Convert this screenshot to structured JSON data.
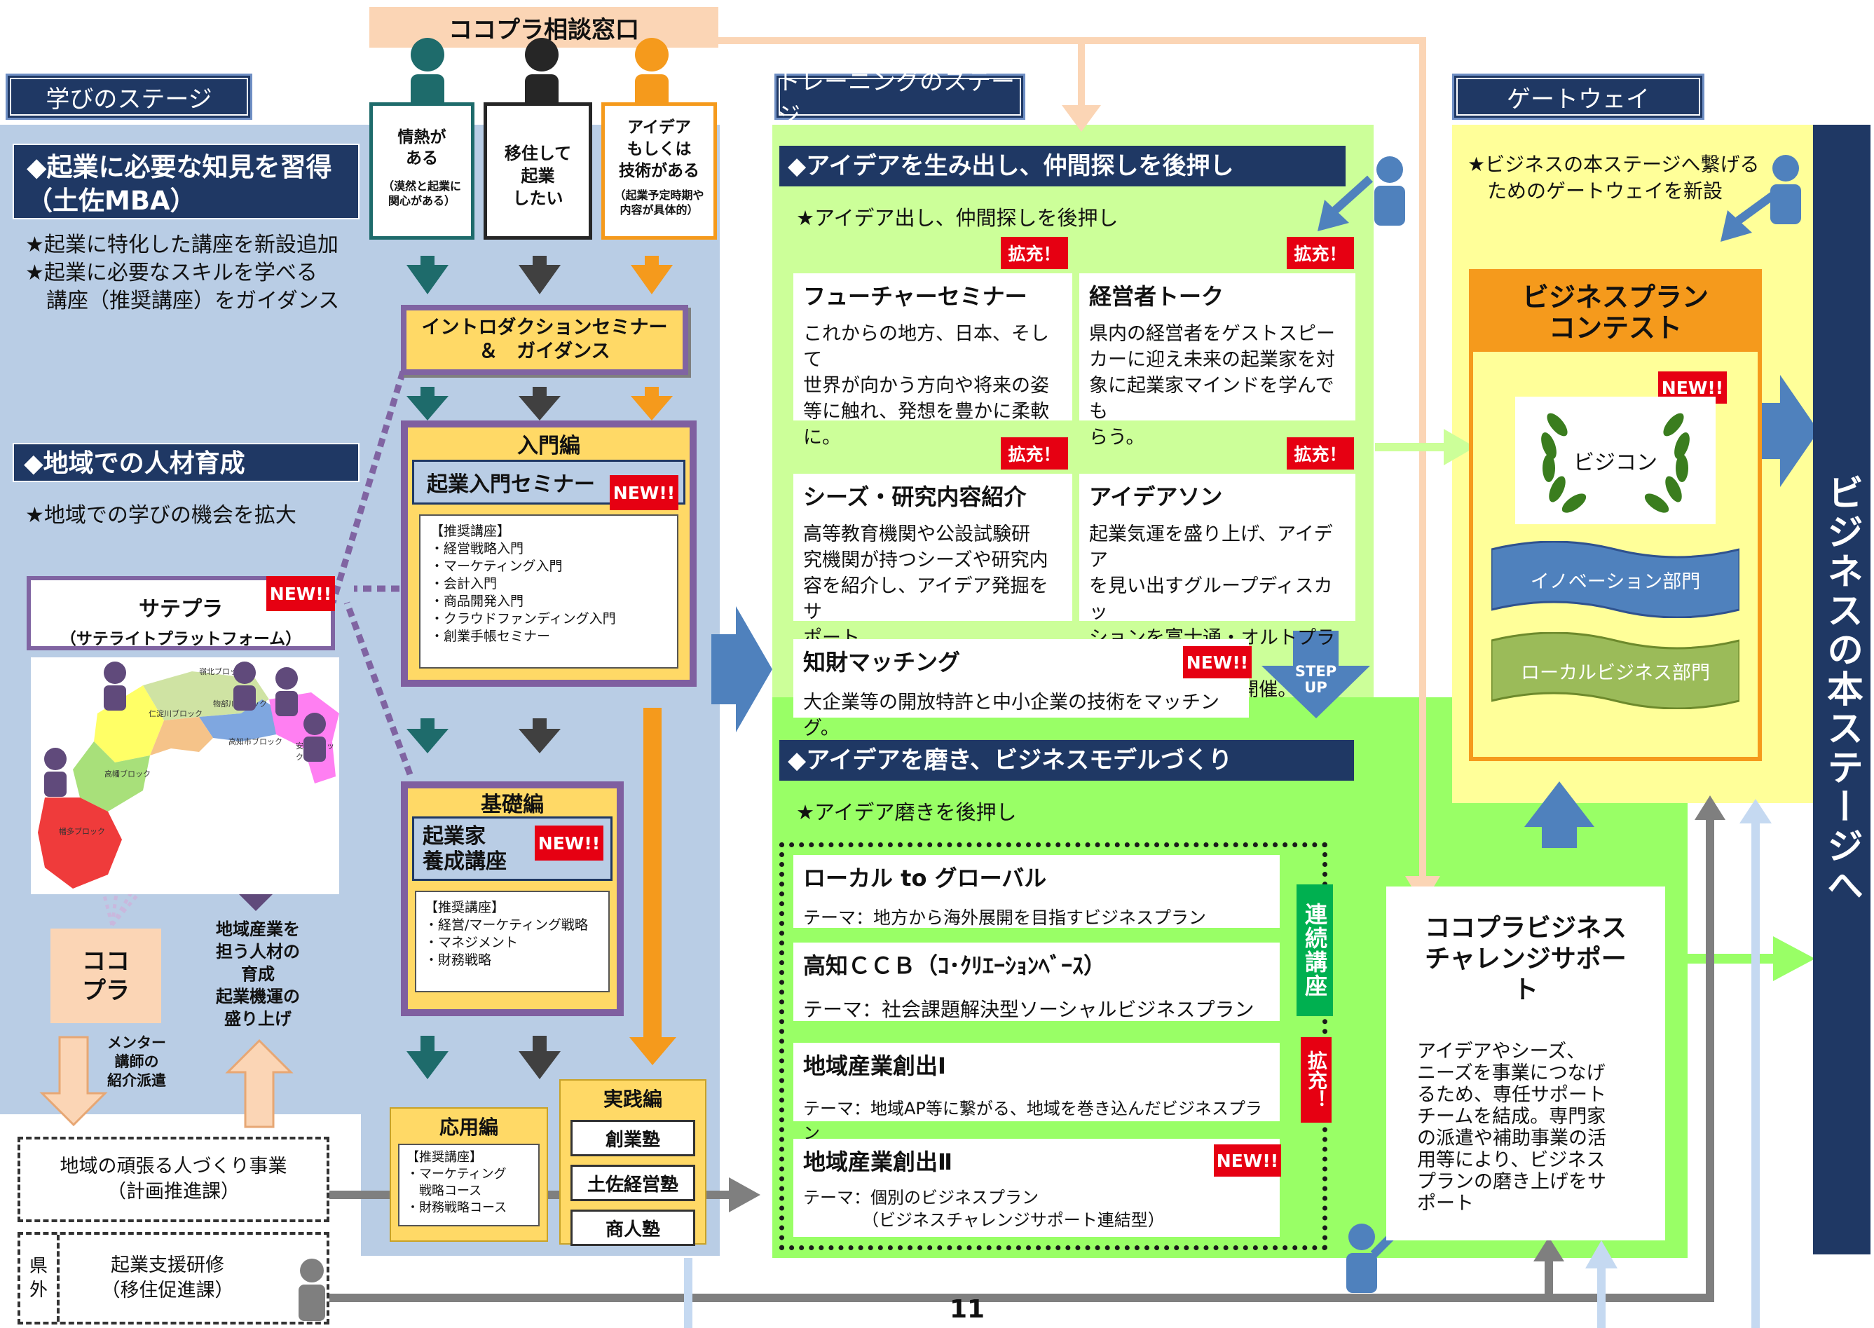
{
  "consult": {
    "title": "ココプラ相談窓口",
    "persons": [
      {
        "label": "情熱が\nある",
        "sub": "（漠然と起業に\n関心がある）"
      },
      {
        "label": "移住して\n起業\nしたい",
        "sub": ""
      },
      {
        "label": "アイデア\nもしくは\n技術がある",
        "sub": "（起業予定時期や\n内容が具体的）"
      }
    ]
  },
  "learn_stage": {
    "tab": "学びのステージ",
    "mba_title": "◆起業に必要な知見を習得\n（土佐MBA）",
    "mba_text": "★起業に特化した講座を新設追加\n★起業に必要なスキルを学べる\n　講座（推奨講座）をガイダンス",
    "region_title": "◆地域での人材育成",
    "region_text": "★地域での学びの機会を拡大",
    "satepla_title": "サテプラ",
    "satepla_sub": "（サテライトプラットフォーム）",
    "new": "NEW!!",
    "map_block_labels": [
      "仁淀川ブロック",
      "嶺北ブロック",
      "物部川ブロック",
      "安芸ブロック",
      "高知市ブロック",
      "高幡ブロック",
      "幡多ブロック"
    ],
    "cocopla": "ココ\nプラ",
    "mentor": "メンター\n講師の\n紹介派遣",
    "regional_effect": "地域産業を\n担う人材の\n育成\n起業機運の\n盛り上げ",
    "proj1": "地域の頑張る人づくり事業\n（計画推進課）",
    "ken_gai": "県\n外",
    "proj2": "起業支援研修\n（移住促進課）"
  },
  "programs": {
    "intro": "イントロダクションセミナー\n＆　ガイダンス",
    "nyumon_title": "入門編",
    "nyumon_seminar": "起業入門セミナー",
    "nyumon_list": "【推奨講座】\n・経営戦略入門\n・マーケティング入門\n・会計入門\n・商品開発入門\n・クラウドファンディング入門\n・創業手帳セミナー",
    "kiso_title": "基礎編",
    "kiso_course": "起業家\n養成講座",
    "kiso_list": "【推奨講座】\n・経営/マーケティング戦略\n・マネジメント\n・財務戦略",
    "ouyou_title": "応用編",
    "ouyou_list": "【推奨講座】\n・マーケティング\n　戦略コース\n・財務戦略コース",
    "jissen_title": "実践編",
    "jissen_items": [
      "創業塾",
      "土佐経営塾",
      "商人塾"
    ],
    "new": "NEW!!"
  },
  "training": {
    "tab": "トレーニングのステージ",
    "idea_title": "◆アイデアを生み出し、仲間探しを後押し",
    "idea_sub": "★アイデア出し、仲間探しを後押し",
    "expand": "拡充！",
    "cards": [
      {
        "title": "フューチャーセミナー",
        "body": "これからの地方、日本、そして\n世界が向かう方向や将来の姿\n等に触れ、発想を豊かに柔軟\nに。"
      },
      {
        "title": "経営者トーク",
        "body": "県内の経営者をゲストスピー\nカーに迎え未来の起業家を対\n象に起業家マインドを学んでも\nらう。"
      },
      {
        "title": "シーズ・研究内容紹介",
        "body": "高等教育機関や公設試験研\n究機関が持つシーズや研究内\n容を紹介し、アイデア発掘をサ\nポート。"
      },
      {
        "title": "アイデアソン",
        "body": "起業気運を盛り上げ、アイデア\nを見い出すグループディスカッ\nションを富士通・オルトプラスと\n連携して定期的に開催。"
      }
    ],
    "chizai_title": "知財マッチング",
    "chizai_body": "大企業等の開放特許と中小企業の技術をマッチング。",
    "new": "NEW!!",
    "stepup": "STEP\nUP",
    "model_title": "◆アイデアを磨き、ビジネスモデルづくり",
    "model_sub": "★アイデア磨きを後押し",
    "courses": [
      {
        "title": "ローカル to グローバル",
        "theme": "テーマ：地方から海外展開を目指すビジネスプラン"
      },
      {
        "title": "高知ＣＣＢ（ｺ･ｸﾘｴｰｼｮﾝﾍﾞｰｽ）",
        "theme": "テーマ：社会課題解決型ソーシャルビジネスプラン"
      },
      {
        "title": "地域産業創出Ⅰ",
        "theme": "テーマ：地域AP等に繋がる、地域を巻き込んだビジネスプラン"
      },
      {
        "title": "地域産業創出Ⅱ",
        "theme": "テーマ：個別のビジネスプラン\n　　　　（ビジネスチャレンジサポート連結型）"
      }
    ],
    "renzoku": "連続講座",
    "kakuju_v": "拡充！"
  },
  "challenge": {
    "title": "ココプラビジネス\nチャレンジサポート",
    "body": "アイデアやシーズ、\nニーズを事業につなげ\nるため、専任サポート\nチームを結成。専門家\nの派遣や補助事業の活\n用等により、ビジネス\nプランの磨き上げをサ\nポート"
  },
  "gateway": {
    "tab": "ゲートウェイ",
    "text": "★ビジネスの本ステージへ繋げる\n　ためのゲートウェイを新設",
    "contest_title": "ビジネスプラン\nコンテスト",
    "new": "NEW!!",
    "bizcon": "ビジコン",
    "innovation": "イノベーション部門",
    "local": "ローカルビジネス部門"
  },
  "main_stage": "ビジネスの本ステージへ",
  "page_number": "11",
  "colors": {
    "navy": "#1f3864",
    "peach": "#fbd5b5",
    "green": "#ccff99",
    "brightGreen": "#99ff66",
    "purple": "#7f5fa0",
    "gold": "#ffd966",
    "red": "#e60012",
    "teal": "#1e6b6b",
    "orange": "#f59a1c"
  }
}
